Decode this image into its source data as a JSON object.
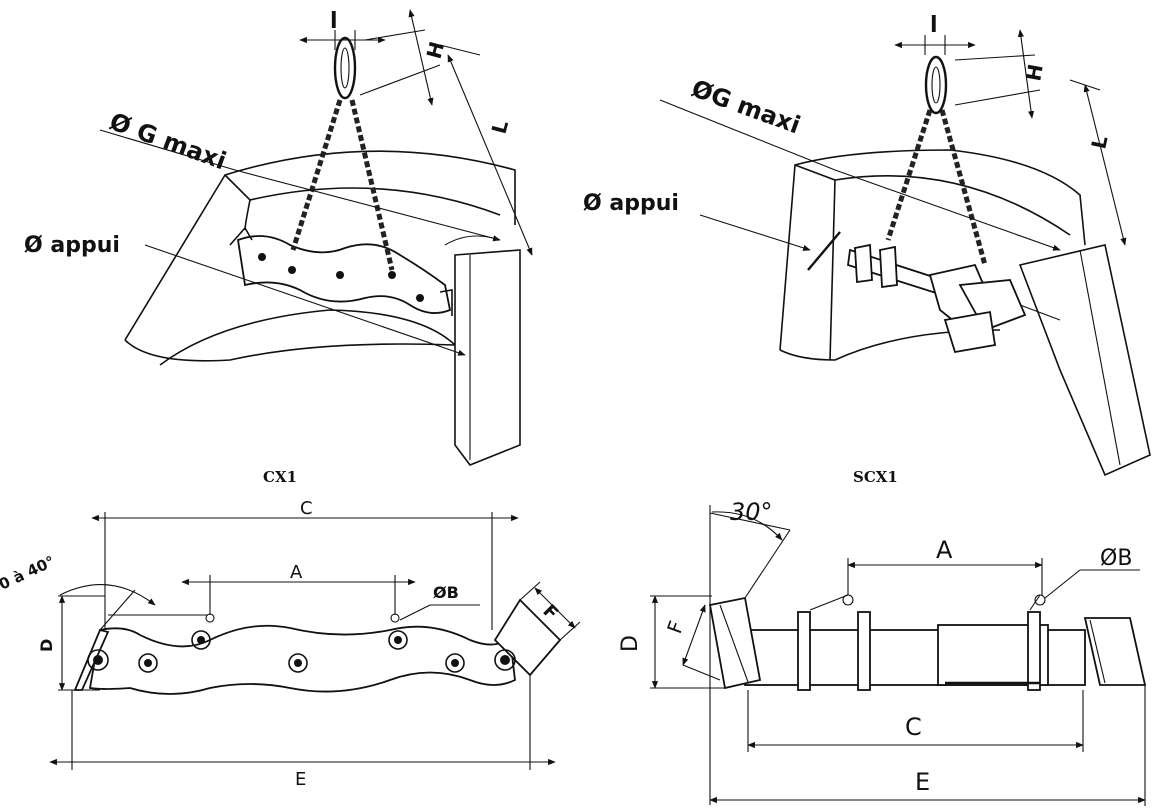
{
  "top_left": {
    "caption": "CX1",
    "labels": {
      "l": "l",
      "H": "H",
      "L": "L",
      "G": "Ø G maxi",
      "appui": "Ø appui"
    }
  },
  "top_right": {
    "caption": "SCX1",
    "labels": {
      "l": "l",
      "H": "H",
      "L": "L",
      "G": "ØG maxi",
      "appui": "Ø appui"
    }
  },
  "bottom_left": {
    "labels": {
      "angle": "0 à 40°",
      "C": "C",
      "A": "A",
      "B": "ØB",
      "F": "F",
      "D": "D",
      "E": "E"
    }
  },
  "bottom_right": {
    "labels": {
      "angle": "30°",
      "A": "A",
      "B": "ØB",
      "D": "D",
      "F": "F",
      "C": "C",
      "E": "E"
    }
  }
}
